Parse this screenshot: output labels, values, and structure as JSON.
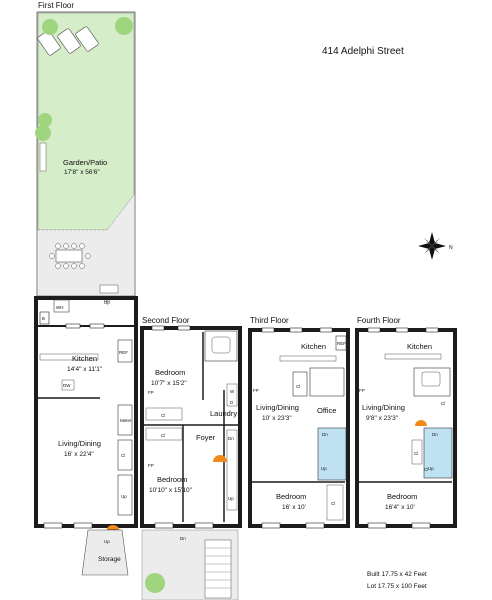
{
  "address": "414 Adelphi Street",
  "floors": {
    "first": "First Floor",
    "second": "Second Floor",
    "third": "Third Floor",
    "fourth": "Fourth Floor"
  },
  "rooms": {
    "garden_name": "Garden/Patio",
    "garden_dim": "17'8\" x 56'6\"",
    "kitchen1_name": "Kitchen",
    "kitchen1_dim": "14'4\" x 11'1\"",
    "living1_name": "Living/Dining",
    "living1_dim": "16' x 22'4\"",
    "storage": "Storage",
    "bedroom2a_name": "Bedroom",
    "bedroom2a_dim": "10'7\" x 15'2\"",
    "bedroom2b_name": "Bedroom",
    "bedroom2b_dim": "10'10\" x 15'10\"",
    "foyer": "Foyer",
    "laundry": "Laundry",
    "kitchen3": "Kitchen",
    "living3_name": "Living/Dining",
    "living3_dim": "10' x 23'3\"",
    "office": "Office",
    "bedroom3_name": "Bedroom",
    "bedroom3_dim": "16' x 10'",
    "kitchen4": "Kitchen",
    "living4_name": "Living/Dining",
    "living4_dim": "9'8\" x 23'3\"",
    "bedroom4_name": "Bedroom",
    "bedroom4_dim": "16'4\" x 10'"
  },
  "fixtures": {
    "up": "Up",
    "dn": "Dn",
    "cl": "Cl",
    "fp": "FP",
    "ref": "REF",
    "dw": "DW",
    "wh": "WH",
    "b": "B",
    "w": "W",
    "d": "D",
    "meter": "Meter",
    "entry": "ENTRY"
  },
  "stats": {
    "built": "Built 17.75 x 42 Feet",
    "lot": "Lot 17.75 x 100 Feet"
  },
  "colors": {
    "garden": "#d5edc8",
    "patio": "#e9e9e9",
    "walls": "#1c1c1c",
    "stairs": "#bfe2f3",
    "entry": "#f28a1a",
    "tree": "#9fd57e"
  },
  "icons": [
    "compass-icon",
    "entry-icon",
    "tree-icon",
    "lounge-chair-icon",
    "dining-set-icon"
  ]
}
